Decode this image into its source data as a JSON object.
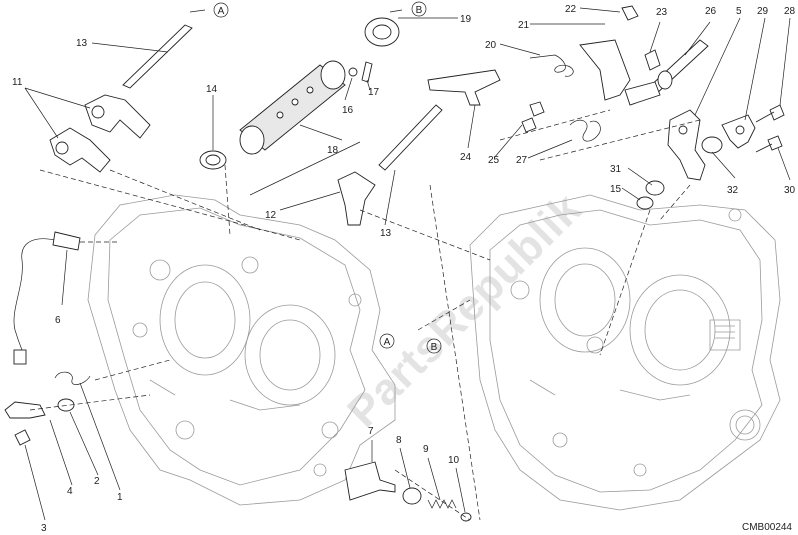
{
  "diagram": {
    "code": "CMB00244",
    "watermark": "PartsRepublik",
    "callouts": [
      "1",
      "2",
      "3",
      "4",
      "5",
      "6",
      "7",
      "8",
      "9",
      "10",
      "11",
      "12",
      "13",
      "13",
      "14",
      "15",
      "16",
      "17",
      "18",
      "19",
      "20",
      "21",
      "22",
      "23",
      "24",
      "25",
      "26",
      "27",
      "28",
      "29",
      "30",
      "31",
      "32"
    ],
    "refs": [
      "A",
      "B",
      "A",
      "B"
    ]
  }
}
